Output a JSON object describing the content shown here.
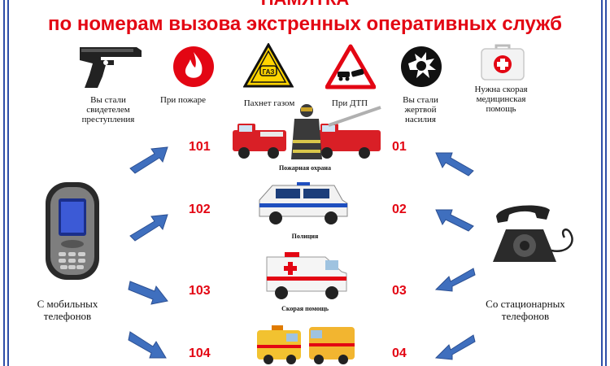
{
  "header": {
    "line1": "ПАМЯТКА",
    "line2": "по номерам вызова экстренных оперативных служб"
  },
  "situations": [
    {
      "icon": "pistol-icon",
      "label": "Вы стали свидетелем преступления"
    },
    {
      "icon": "fire-sign-icon",
      "label": "При пожаре"
    },
    {
      "icon": "gas-warning-icon",
      "label": "Пахнет газом"
    },
    {
      "icon": "car-crash-sign-icon",
      "label": "При ДТП"
    },
    {
      "icon": "violence-icon",
      "label": "Вы стали жертвой насилия"
    },
    {
      "icon": "first-aid-kit-icon",
      "label": "Нужна скорая медицинская помощь"
    }
  ],
  "gas_sign_text": "ГАЗ",
  "mobile": {
    "label": "С мобильных телефонов",
    "numbers": [
      "101",
      "102",
      "103",
      "104"
    ]
  },
  "landline": {
    "label": "Со стационарных телефонов",
    "numbers": [
      "01",
      "02",
      "03",
      "04"
    ]
  },
  "services": [
    {
      "label": "Пожарная охрана"
    },
    {
      "label": "Полиция"
    },
    {
      "label": "Скорая помощь"
    },
    {
      "label": ""
    }
  ],
  "colors": {
    "title": "#e30613",
    "numbers": "#e30613",
    "arrows": "#3f6fbe",
    "frame": "#2f4fa8"
  }
}
